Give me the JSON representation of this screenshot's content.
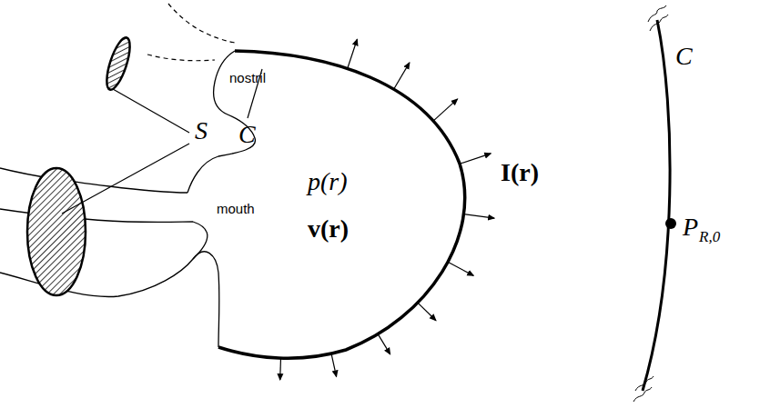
{
  "diagram": {
    "labels": [
      "nostril",
      "S",
      "C",
      "mouth",
      "p(r)",
      "v(r)",
      "I(r)",
      "C",
      "P",
      "R,0"
    ]
  }
}
